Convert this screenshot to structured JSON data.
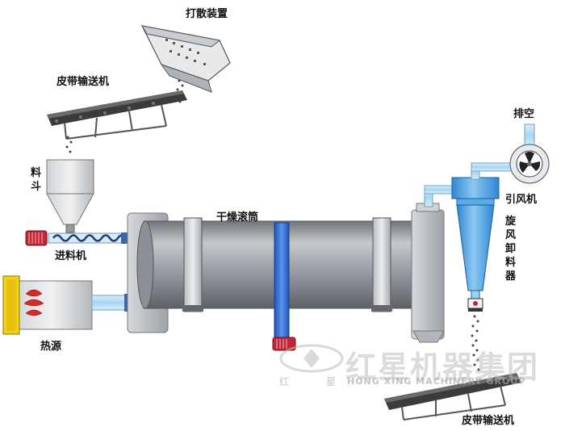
{
  "labels": {
    "scatter_device": "打散装置",
    "belt_top": "皮带输送机",
    "hopper": "料斗",
    "feeder": "进料机",
    "heat_source": "热源",
    "drum": "干燥滚筒",
    "exhaust": "排空",
    "fan": "引风机",
    "cyclone": "旋风卸料器",
    "belt_bottom": "皮带输送机"
  },
  "watermark": {
    "brand": "红星机器集团",
    "brand_en": "HONG XING MACHINERY GROUP",
    "small_left": "红",
    "small_right": "星"
  },
  "colors": {
    "drum_gray": "#9aa0a6",
    "ring_gray": "#c9ccd0",
    "support_blue": "#2f6fd6",
    "duct_light_blue": "#b9dff5",
    "cyclone_blue": "#4aa0e0",
    "motor_red": "#c0283a",
    "heater_yellow": "#f3d21a"
  }
}
